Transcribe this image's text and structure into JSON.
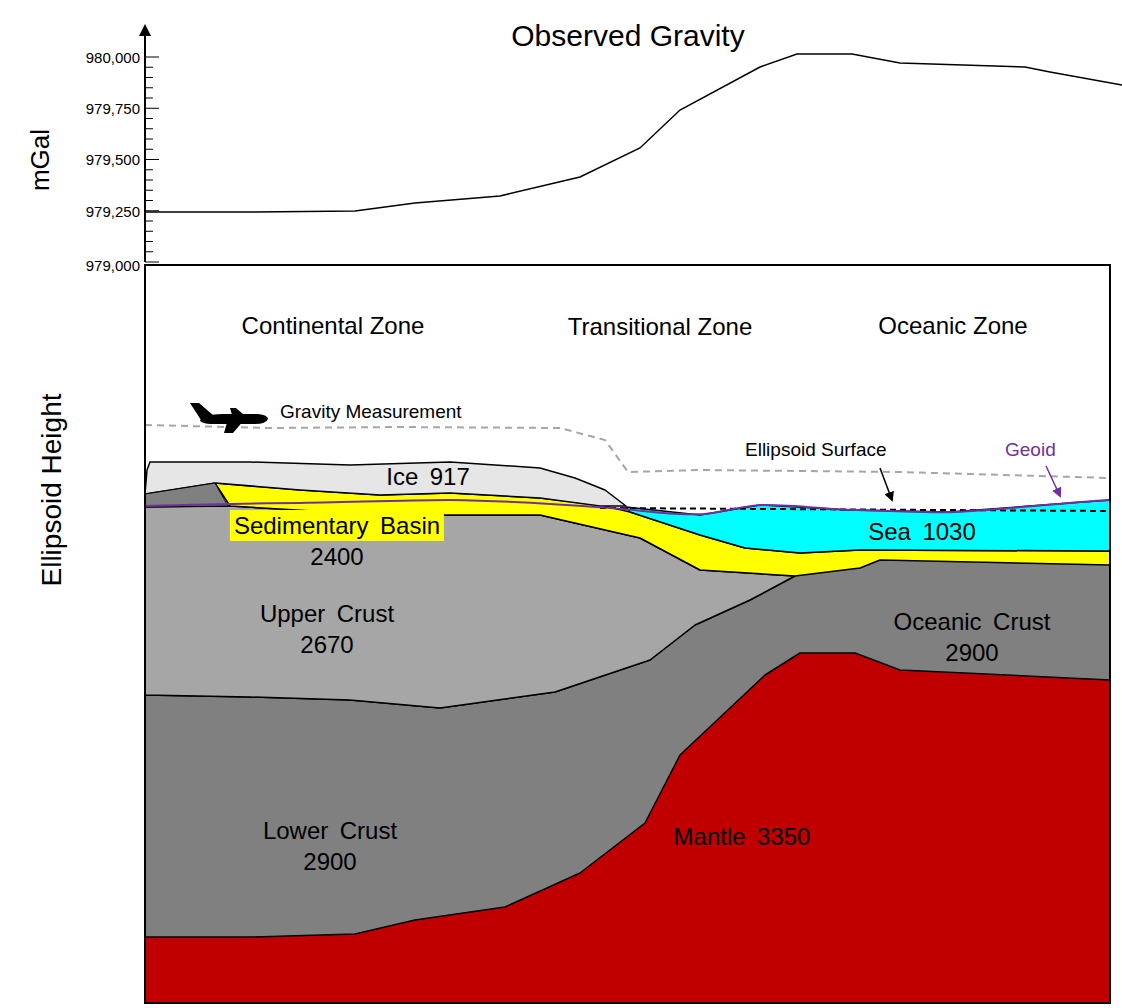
{
  "diagram": {
    "title": "Observed Gravity",
    "nodes": [
      {
        "text": [
          "Ice 917"
        ]
      },
      {
        "text": [
          "Sedimentary Basin 2400"
        ]
      },
      {
        "text": [
          "Sea 1030"
        ]
      },
      {
        "text": [
          "Upper Crust 2670"
        ]
      },
      {
        "text": [
          "Oceanic Crust 2900"
        ]
      },
      {
        "text": [
          "Lower Crust 2900"
        ]
      },
      {
        "text": [
          "Mantle 3350"
        ]
      }
    ],
    "labels": [
      "mGal",
      "980,000",
      "979,750",
      "979,500",
      "979,250",
      "979,000",
      "Ellipsoid Height",
      "Continental Zone",
      "Transitional Zone",
      "Oceanic Zone",
      "Gravity Measurement",
      "Ellipsoid Surface",
      "Geoid"
    ]
  }
}
